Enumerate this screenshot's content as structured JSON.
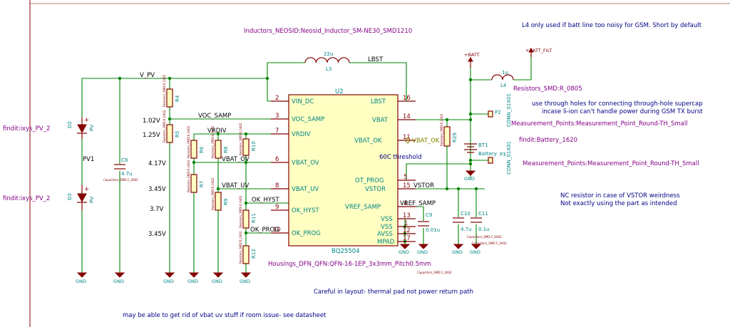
{
  "net_labels": {
    "v_pv": "V_PV",
    "lbst": "LBST",
    "voc_samp": "VOC_SAMP",
    "vrdiv": "VRDIV",
    "vbat_ov": "VBAT_OV",
    "vbat_uv": "VBAT_UV",
    "ok_hyst": "OK_HYST",
    "ok_prog": "OK_PROG",
    "vstor": "VSTOR",
    "vref_samp": "VREF_SAMP",
    "vbat_ok": "VBAT_OK"
  },
  "voltages": {
    "v1": "1.02V",
    "v2": "1.25V",
    "v3": "4.17V",
    "v4": "3.45V",
    "v5": "3.7V",
    "v6": "3.45V"
  },
  "ic": {
    "ref": "U2",
    "value": "BQ25504",
    "left_pins": [
      {
        "num": "2",
        "name": "VIN_DC"
      },
      {
        "num": "3",
        "name": "VOC_SAMP"
      },
      {
        "num": "7",
        "name": "VRDIV"
      },
      {
        "num": "6",
        "name": "VBAT_OV"
      },
      {
        "num": "8",
        "name": "VBAT_UV"
      },
      {
        "num": "9",
        "name": "OK_HYST"
      },
      {
        "num": "10",
        "name": "OK_PROG"
      }
    ],
    "right_pins": [
      {
        "num": "16",
        "name": "LBST"
      },
      {
        "num": "14",
        "name": "VBAT"
      },
      {
        "num": "11",
        "name": "VBAT_OK"
      },
      {
        "num": "5",
        "name": "OT_PROG"
      },
      {
        "num": "15",
        "name": "VSTOR"
      },
      {
        "num": "4",
        "name": "VREF_SAMP"
      },
      {
        "num": "13",
        "name": "VSS"
      },
      {
        "num": "1",
        "name": "VSS"
      },
      {
        "num": "12",
        "name": "AVSS"
      },
      {
        "num": "17",
        "name": "MPAD"
      }
    ]
  },
  "components": {
    "l3_ref": "L3",
    "l3_val": "22u",
    "l4_ref": "L4",
    "l4_val": "1u",
    "c8_ref": "C8",
    "c8_val": "4.7u",
    "c9_ref": "C9",
    "c9_val": "0.01u",
    "c10_ref": "C10",
    "c10_val": "4.7u",
    "c11_ref": "C11",
    "c11_val": "0.1u",
    "d2_ref": "D2",
    "d3_ref": "D3",
    "pv_a": "PV",
    "pv_b": "PV",
    "pv1": "PV1",
    "r4": "R4",
    "r5": "R5",
    "r6": "R6",
    "r7": "R7",
    "r8": "R8",
    "r9": "R9",
    "r10": "R10",
    "r11": "R11",
    "r12": "R12",
    "r29": "R29",
    "bt1_ref": "BT1",
    "bt1_val": "Battery",
    "p2": "P2",
    "p3": "P3",
    "conn_a": "CONN_01X01",
    "conn_b": "CONN_01X01",
    "pwr_batt": "+BATT",
    "pwr_batt_filt": "+BATT_FILT",
    "gnd": "GND",
    "fp_small": "Resistors_SMD:R_0402",
    "fp_cap_small": "Capacitors_SMD:C_0402"
  },
  "footprints": {
    "inductor": "Inductors_NEOSID:Neosid_Inductor_SM-NE30_SMD1210",
    "resistor": "Resistors_SMD:R_0805",
    "battery": "findit:Battery_1620",
    "meas1": "Measurement_Points:Measurement_Point_Round-TH_Small",
    "meas2": "Measurement_Points:Measurement_Point_Round-TH_Small",
    "qfn": "Housings_DFN_QFN:QFN-16-1EP_3x3mm_Pitch0.5mm",
    "pv_top": "findit:ixys_PV_2",
    "pv_bottom": "findit:ixys_PV_2"
  },
  "notes": {
    "l4_note": "L4 only used if batt line too noisy for GSM. Short by default",
    "supercap1": "use through holes for connecting through-hole supercap",
    "supercap2": "incase li-ion can't handle power during GSM TX burst",
    "threshold": "60C threshold",
    "nc1": "NC resistor in case of VSTOR weirdness",
    "nc2": "Not exactly using the part as intended",
    "layout": "Careful in layout- thermal pad not power return path",
    "vbat_uv": "may be able to get rid of vbat uv stuff if room issue- see datasheet"
  }
}
